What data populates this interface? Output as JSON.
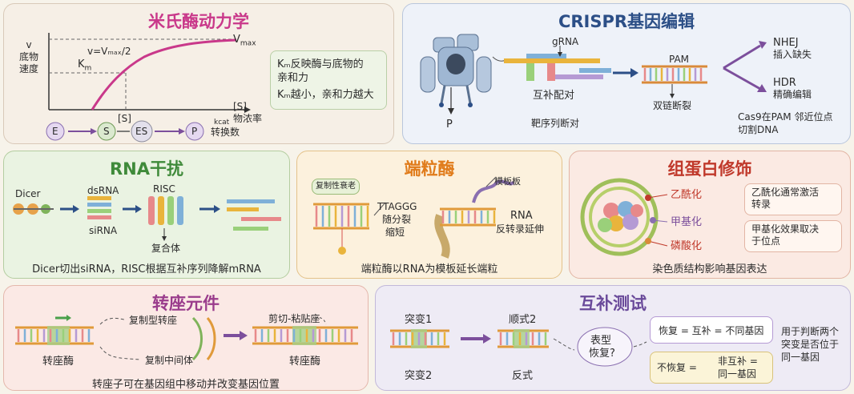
{
  "colors": {
    "mm": "#c9388a",
    "crispr": "#2c4f87",
    "rnai": "#3f8a3a",
    "telo": "#e07b1a",
    "histone": "#c0392b",
    "transposon": "#9a3c8c",
    "complement": "#6a4a9a"
  },
  "mm": {
    "title": "米氏酶动力学",
    "y_axis": "v\n底物\n速度",
    "vmax": "V",
    "vmax_sub": "max",
    "half_vmax": "v=Vₘₐₓ/2",
    "km": "K",
    "km_sub": "m",
    "s_tick": "[S]",
    "x_axis": "[S]\n物浓率",
    "info_line1": "Kₘ反映酶与底物的",
    "info_line2": "亲和力",
    "info_line3": "Kₘ越小，亲和力越大",
    "E": "E",
    "S": "S",
    "ES": "ES",
    "P": "P",
    "kcat": "kcat",
    "kcat_label": "转换数"
  },
  "crispr": {
    "title": "CRISPR基因编辑",
    "grna": "gRNA",
    "pam": "PAM",
    "p_label": "P",
    "pairing": "互补配对",
    "target_cut": "靶序列断对",
    "double_break": "双链断裂",
    "nhej": "NHEJ",
    "nhej_sub": "插入缺失",
    "hdr": "HDR",
    "hdr_sub": "精确编辑",
    "cas9_line1": "Cas9在PAM 邻近位点",
    "cas9_line2": "切割DNA"
  },
  "rnai": {
    "title": "RNA干扰",
    "dicer": "Dicer",
    "dsrna": "dsRNA",
    "sirna": "siRNA",
    "risc": "RISC",
    "complex": "复合体",
    "caption": "Dicer切出siRNA，RISC根据互补序列降解mRNA"
  },
  "telo": {
    "title": "端粒酶",
    "senescence": "复制性衰老",
    "ttaggg": "TTAGGG",
    "shorten1": "随分裂",
    "shorten2": "缩短",
    "template": "模板板",
    "rna": "RNA",
    "rt": "反转录延伸",
    "caption": "端粒酶以RNA为模板延长端粒"
  },
  "histone": {
    "title": "组蛋白修饰",
    "acetyl": "乙酰化",
    "methyl": "甲基化",
    "phospho": "磷酸化",
    "info1_line1": "乙酰化通常激活",
    "info1_line2": "转录",
    "info2_line1": "甲基化效果取决",
    "info2_line2": "于位点",
    "caption": "染色质结构影响基因表达"
  },
  "transposon": {
    "title": "转座元件",
    "replicative": "复制型转座",
    "intermediate": "复制中间体",
    "cut_paste": "剪切-粘贴座",
    "transposase_left": "转座酶",
    "transposase_right": "转座酶",
    "caption": "转座子可在基因组中移动并改变基因位置"
  },
  "complement": {
    "title": "互补测试",
    "mut1": "突变1",
    "mut2": "突变2",
    "cis": "顺式2",
    "trans": "反式",
    "phenotype1": "表型",
    "phenotype2": "恢复?",
    "restore_line": "恢复 = 互补 = 不同基因",
    "no_restore": "不恢复 =",
    "no_comp": "非互补 =",
    "same_gene": "同一基因",
    "note1": "用于判断两个",
    "note2": "突变是否位于",
    "note3": "同一基因"
  }
}
